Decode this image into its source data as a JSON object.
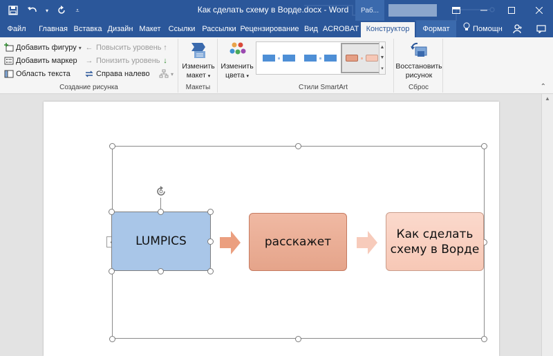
{
  "window": {
    "title": "Как сделать схему в Ворде.docx - Word",
    "context_label": "Раб..."
  },
  "tabs": [
    {
      "label": "Файл"
    },
    {
      "label": "Главная"
    },
    {
      "label": "Вставка"
    },
    {
      "label": "Дизайн"
    },
    {
      "label": "Макет"
    },
    {
      "label": "Ссылки"
    },
    {
      "label": "Рассылки"
    },
    {
      "label": "Рецензирование"
    },
    {
      "label": "Вид"
    },
    {
      "label": "ACROBAT"
    },
    {
      "label": "Конструктор"
    },
    {
      "label": "Формат"
    }
  ],
  "help": {
    "label": "Помощн"
  },
  "ribbon": {
    "create": {
      "add_shape": "Добавить фигуру",
      "add_bullet": "Добавить маркер",
      "text_pane": "Область текста",
      "promote": "Повысить уровень",
      "demote": "Понизить уровень",
      "rtl": "Справа налево",
      "label": "Создание рисунка"
    },
    "layouts": {
      "change_layout_1": "Изменить",
      "change_layout_2": "макет",
      "label": "Макеты"
    },
    "styles": {
      "change_colors_1": "Изменить",
      "change_colors_2": "цвета",
      "label": "Стили SmartArt"
    },
    "reset": {
      "reset_1": "Восстановить",
      "reset_2": "рисунок",
      "label": "Сброс"
    }
  },
  "smartart": {
    "box1": "LUMPICS",
    "box2": "расскажет",
    "box3_line1": "Как сделать",
    "box3_line2": "схему в Ворде"
  },
  "colors": {
    "titlebar": "#2b579a",
    "box1_fill": "#a9c6e8",
    "box2_fill": "#eeaf96",
    "box3_fill": "#f9d2c3",
    "arrow1": "#eb9f7f",
    "arrow2": "#f7cbbb"
  }
}
